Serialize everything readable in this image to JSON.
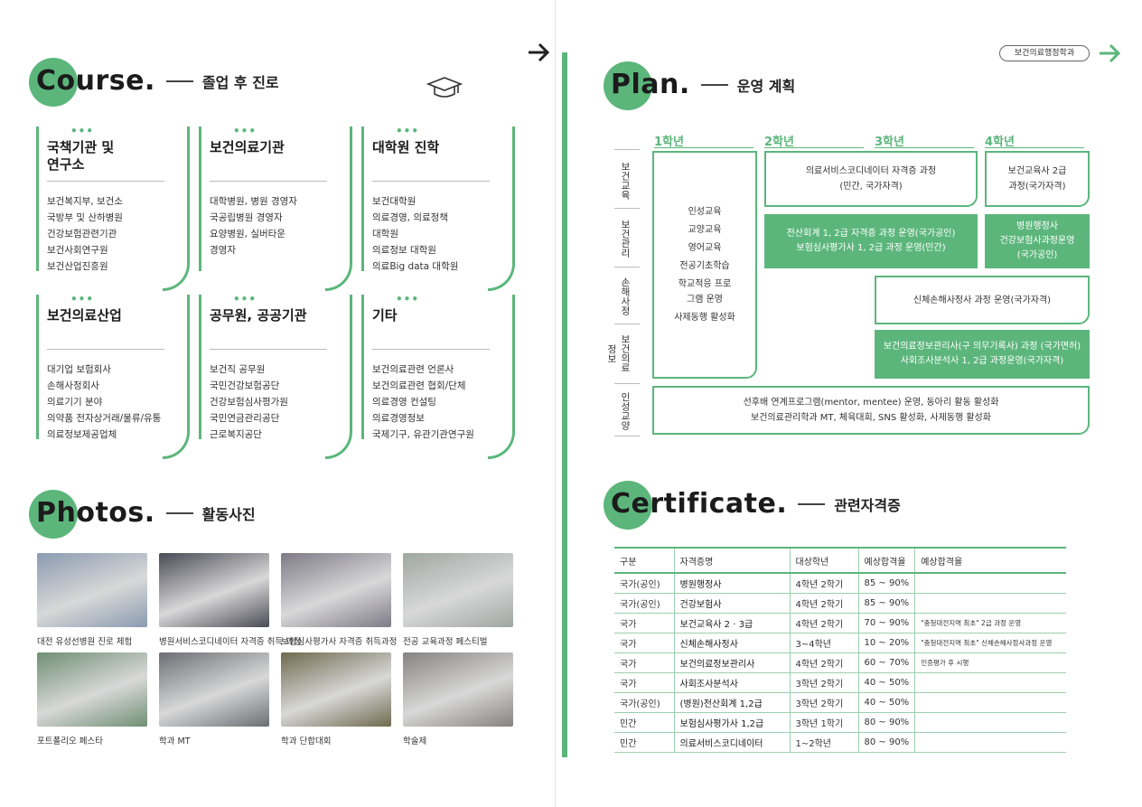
{
  "tag": "보건의료행정학과",
  "course": {
    "word": "Course.",
    "subtitle": "졸업 후 진로",
    "cards": [
      {
        "title": "국책기관 및\n연구소",
        "items": [
          "보건복지부, 보건소",
          "국방부 및 산하병원",
          "건강보험관련기관",
          "보건사회연구원",
          "보건산업진흥원"
        ]
      },
      {
        "title": "보건의료기관",
        "items": [
          "대학병원, 병원 경영자",
          "국공립병원 경영자",
          "요양병원, 실버타운",
          "경영자"
        ]
      },
      {
        "title": "대학원 진학",
        "items": [
          "보건대학원",
          "의료경영, 의료정책",
          "대학원",
          "의료정보 대학원",
          "의료Big data 대학원"
        ]
      },
      {
        "title": "보건의료산업",
        "items": [
          "대기업 보험회사",
          "손해사정회사",
          "의료기기 분야",
          "의약품 전자상거래/물류/유통",
          "의료정보제공업체"
        ]
      },
      {
        "title": "공무원, 공공기관",
        "items": [
          "보건직 공무원",
          "국민건강보험공단",
          "건강보험심사평가원",
          "국민연금관리공단",
          "근로복지공단"
        ]
      },
      {
        "title": "기타",
        "items": [
          "보건의료관련 언론사",
          "보건의료관련 협회/단체",
          "의료경영 컨설팅",
          "의료경영정보",
          "국제기구, 유관기관연구원"
        ]
      }
    ]
  },
  "photos": {
    "word": "Photos.",
    "subtitle": "활동사진",
    "items": [
      {
        "caption": "대전 유성선병원 진로 체험",
        "color": "#8a9bb0"
      },
      {
        "caption": "병원서비스코디네이터 자격증 취득 과정",
        "color": "#4a4a55"
      },
      {
        "caption": "보험심사평가사 자격증 취득과정",
        "color": "#7d7a86"
      },
      {
        "caption": "전공 교육과정 페스티벌",
        "color": "#9fa6a2"
      },
      {
        "caption": "포트폴리오 페스타",
        "color": "#6f8f73"
      },
      {
        "caption": "학과 MT",
        "color": "#6b6e73"
      },
      {
        "caption": "학과 단합대회",
        "color": "#6e6a4e"
      },
      {
        "caption": "학술제",
        "color": "#85837f"
      }
    ]
  },
  "plan": {
    "word": "Plan.",
    "subtitle": "운영 계획",
    "years": [
      "1학년",
      "2학년",
      "3학년",
      "4학년"
    ],
    "rows": [
      "보건교육",
      "보건관리",
      "손해사정",
      "보건의료\n정보",
      "인성교양"
    ],
    "first_year_items": [
      "인성교육",
      "교양교육",
      "영어교육",
      "전공기초학습",
      "학교적응 프로\n그램 운영",
      "사제동행 활성화"
    ],
    "box_coding": "의료서비스코디네이터 자격증 과정\n(민간, 국가자격)",
    "box_health_edu": "보건교육사 2급\n과정(국가자격)",
    "box_accounting": "전산회계 1, 2급 자격증 과정 운영(국가공인)\n보험심사평가사 1, 2급 과정 운영(민간)",
    "box_hospital": "병원행정사\n건강보험사과정운영\n(국가공인)",
    "box_damage": "신체손해사정사  과정 운영(국가자격)",
    "box_record": "보건의료정보관리사(구 의무기록사) 과정 (국가면허)\n사회조사분석사  1, 2급 과정운영(국가자격)",
    "box_character": "선후배 연계프로그램(mentor, mentee) 운영, 동아리 활동 활성화\n보건의료관리학과 MT, 체육대회, SNS 활성화, 사제동행 활성화"
  },
  "certificate": {
    "word": "Certificate.",
    "subtitle": "관련자격증",
    "headers": [
      "구분",
      "자격증명",
      "대상학년",
      "예상합격율",
      "예상합격율"
    ],
    "rows": [
      [
        "국가(공인)",
        "병원행정사",
        "4학년 2학기",
        "85 ~ 90%",
        ""
      ],
      [
        "국가(공인)",
        "건강보험사",
        "4학년 2학기",
        "85 ~ 90%",
        ""
      ],
      [
        "국가",
        "보건교육사 2 · 3급",
        "4학년 2학기",
        "70 ~ 90%",
        "\"충청대전지역 최초\" 2급 과정 운영"
      ],
      [
        "국가",
        "신체손해사정사",
        "3~4학년",
        "10 ~ 20%",
        "\"충청대전지역 최초\" 신체손해사정사과정 운영"
      ],
      [
        "국가",
        "보건의료정보관리사",
        "4학년 2학기",
        "60 ~ 70%",
        "인증평가 후 시행"
      ],
      [
        "국가",
        "사회조사분석사",
        "3학년 2학기",
        "40 ~ 50%",
        ""
      ],
      [
        "국가(공인)",
        "(병원)전산회계 1,2급",
        "3학년 2학기",
        "40 ~ 50%",
        ""
      ],
      [
        "민간",
        "보험심사평가사 1,2급",
        "3학년 1학기",
        "80 ~ 90%",
        ""
      ],
      [
        "민간",
        "의료서비스코디네이터",
        "1~2학년",
        "80 ~ 90%",
        ""
      ]
    ]
  }
}
